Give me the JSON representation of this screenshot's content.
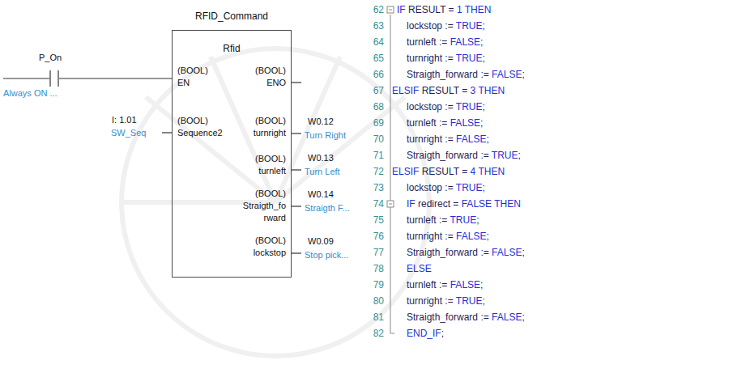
{
  "diagram": {
    "nodes": [
      {
        "text": [
          "RFID_Command",
          "Rfid",
          "(BOOL) EN",
          "(BOOL) Sequence2",
          "(BOOL) ENO",
          "(BOOL) turnright",
          "(BOOL) turnleft",
          "(BOOL) Straigth_fo rward",
          "(BOOL) lockstop"
        ]
      }
    ],
    "labels": [
      "P_On",
      "Always ON ...",
      "I: 1.01",
      "SW_Seq",
      "W0.12",
      "Turn Right",
      "W0.13",
      "Turn Left",
      "W0.14",
      "Straigth F...",
      "W0.09",
      "Stop pick...",
      "62",
      "IF RESULT = 1 THEN",
      "63",
      "lockstop := TRUE;",
      "64",
      "turnleft := FALSE;",
      "65",
      "turnright := TRUE;",
      "66",
      "Straigth_forward := FALSE;",
      "67",
      "ELSIF RESULT = 3 THEN",
      "68",
      "lockstop := TRUE;",
      "69",
      "turnleft := FALSE;",
      "70",
      "turnright := FALSE;",
      "71",
      "Straigth_forward := TRUE;",
      "72",
      "ELSIF RESULT = 4 THEN",
      "73",
      "lockstop := TRUE;",
      "74",
      "IF redirect = FALSE THEN",
      "75",
      "turnleft := TRUE;",
      "76",
      "turnright := FALSE;",
      "77",
      "Straigth_forward := FALSE;",
      "78",
      "ELSE",
      "79",
      "turnleft := FALSE;",
      "80",
      "turnright := TRUE;",
      "81",
      "Straigth_forward := FALSE;",
      "82",
      "END_IF;"
    ]
  }
}
